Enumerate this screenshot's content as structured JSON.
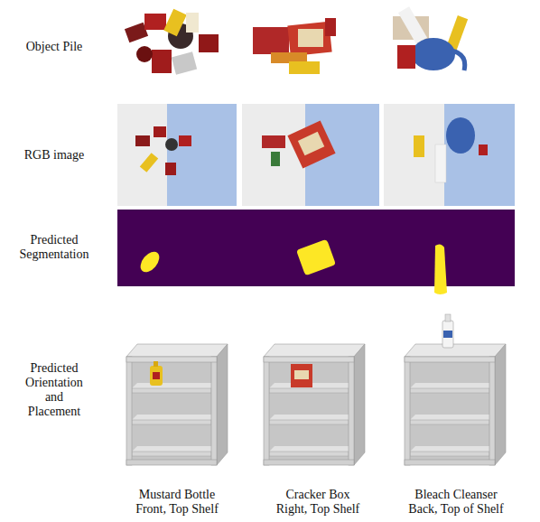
{
  "diagram": {
    "labels": [
      "Object Pile",
      "RGB image",
      "Predicted Segmentation",
      "Predicted Orientation and Placement",
      "Mustard Bottle Front, Top Shelf",
      "Cracker Box Right, Top Shelf",
      "Bleach Cleanser Back, Top of Shelf"
    ]
  }
}
